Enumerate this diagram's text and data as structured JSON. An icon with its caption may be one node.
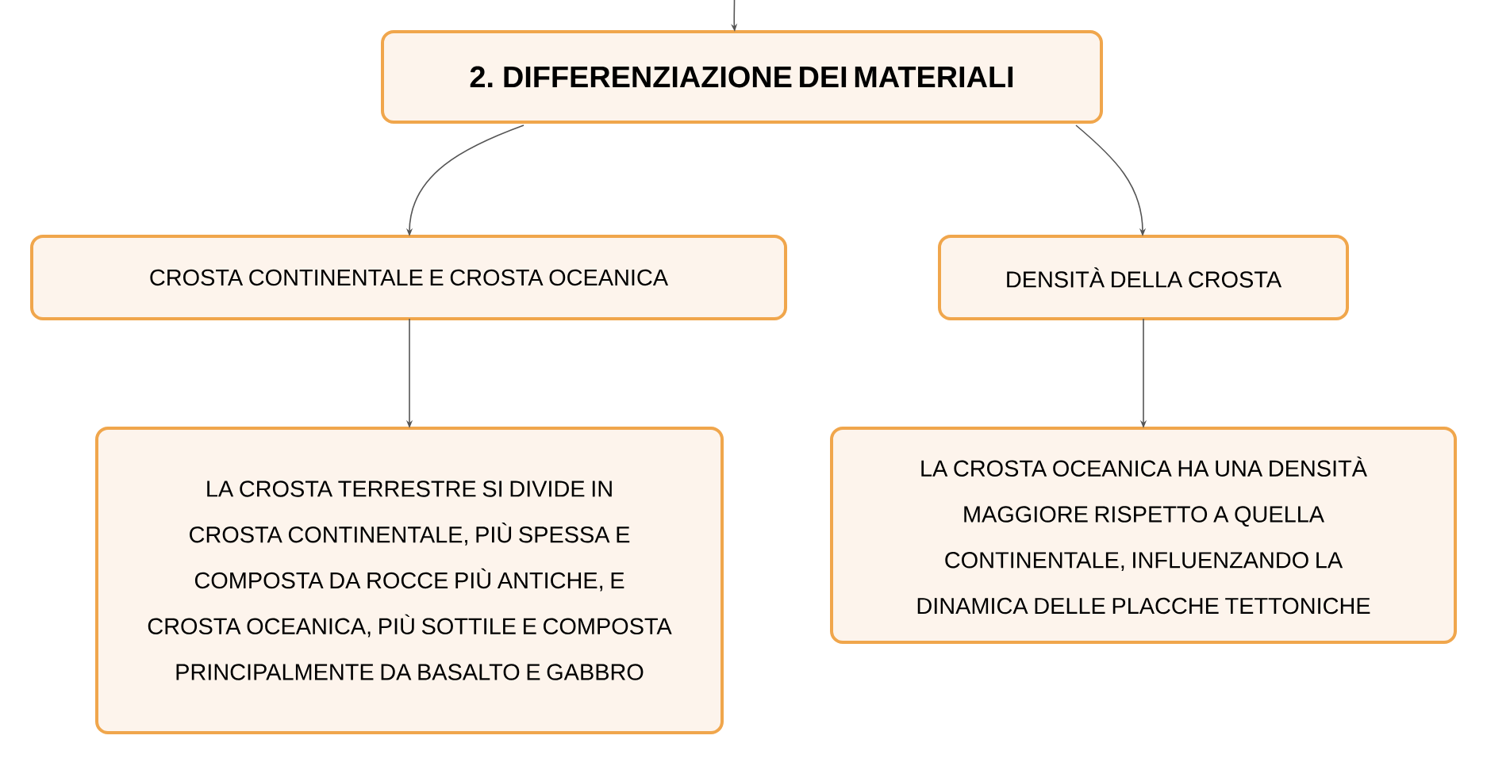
{
  "diagram": {
    "nodes": [
      {
        "text": [
          "2. DIFFERENZIAZIONE DEI MATERIALI"
        ]
      },
      {
        "text": [
          "CROSTA CONTINENTALE E CROSTA OCEANICA"
        ]
      },
      {
        "text": [
          "DENSITÀ DELLA CROSTA"
        ]
      },
      {
        "text": [
          "LA CROSTA TERRESTRE SI DIVIDE IN CROSTA CONTINENTALE, PIÙ SPESSA E COMPOSTA DA ROCCE PIÙ ANTICHE, E CROSTA OCEANICA, PIÙ SOTTILE E COMPOSTA PRINCIPALMENTE DA BASALTO E GABBRO"
        ]
      },
      {
        "text": [
          "LA CROSTA OCEANICA HA UNA DENSITÀ MAGGIORE RISPETTO A QUELLA CONTINENTALE, INFLUENZANDO LA DINAMICA DELLE PLACCHE TETTONICHE"
        ]
      }
    ],
    "edges": [
      {
        "from": null,
        "to": 0,
        "arrow": "to"
      },
      {
        "from": 0,
        "to": 1,
        "arrow": "to"
      },
      {
        "from": 0,
        "to": 2,
        "arrow": "to"
      },
      {
        "from": 1,
        "to": 3,
        "arrow": "to"
      },
      {
        "from": 2,
        "to": 4,
        "arrow": "to"
      }
    ]
  }
}
